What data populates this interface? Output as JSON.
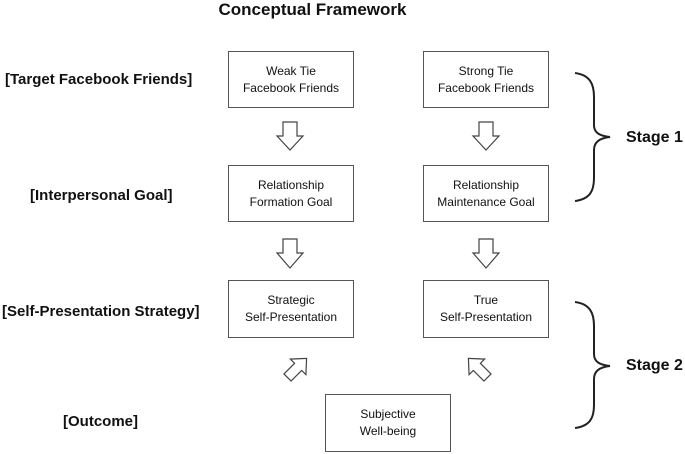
{
  "title": "Conceptual Framework",
  "row_labels": {
    "target": "[Target Facebook Friends]",
    "goal": "[Interpersonal Goal]",
    "strategy": "[Self-Presentation Strategy]",
    "outcome": "[Outcome]"
  },
  "nodes": {
    "weak_tie": [
      "Weak Tie",
      "Facebook Friends"
    ],
    "strong_tie": [
      "Strong Tie",
      "Facebook Friends"
    ],
    "formation_goal": [
      "Relationship",
      "Formation Goal"
    ],
    "maintenance_goal": [
      "Relationship",
      "Maintenance Goal"
    ],
    "strategic_sp": [
      "Strategic",
      "Self-Presentation"
    ],
    "true_sp": [
      "True",
      "Self-Presentation"
    ],
    "well_being": [
      "Subjective",
      "Well-being"
    ]
  },
  "stages": {
    "stage1": "Stage 1",
    "stage2": "Stage 2"
  },
  "colors": {
    "text": "#111111",
    "border": "#555555",
    "arrow_stroke": "#444444",
    "bracket": "#222222"
  }
}
